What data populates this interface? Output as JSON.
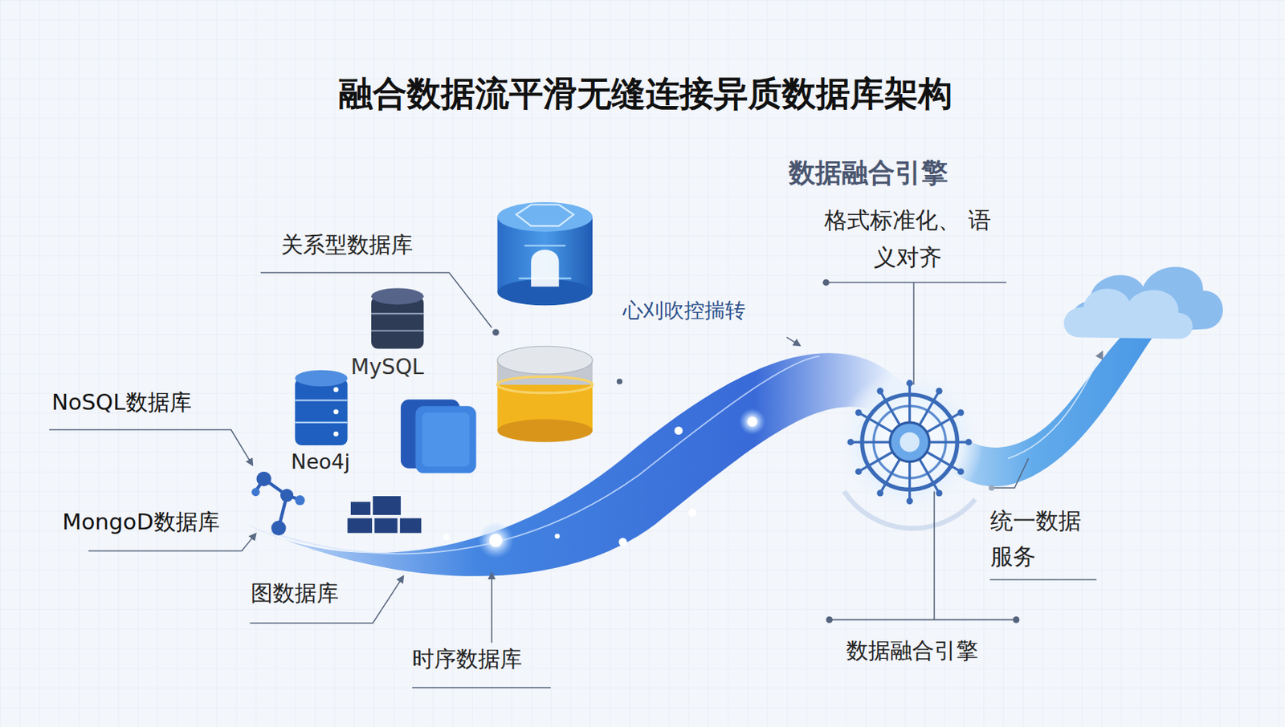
{
  "diagram": {
    "title": "融合数据流平滑无缝连接异质数据库架构",
    "labels": [
      "数据融合引擎",
      "格式标准化、 语义对齐",
      "关系型数据库",
      "心刈吹控揣转",
      "MySQL",
      "NoSQL数据库",
      "Neo4j",
      "MongoD数据库",
      "统一数据 服务",
      "图数据库",
      "时序数据库",
      "数据融合引擎"
    ]
  }
}
